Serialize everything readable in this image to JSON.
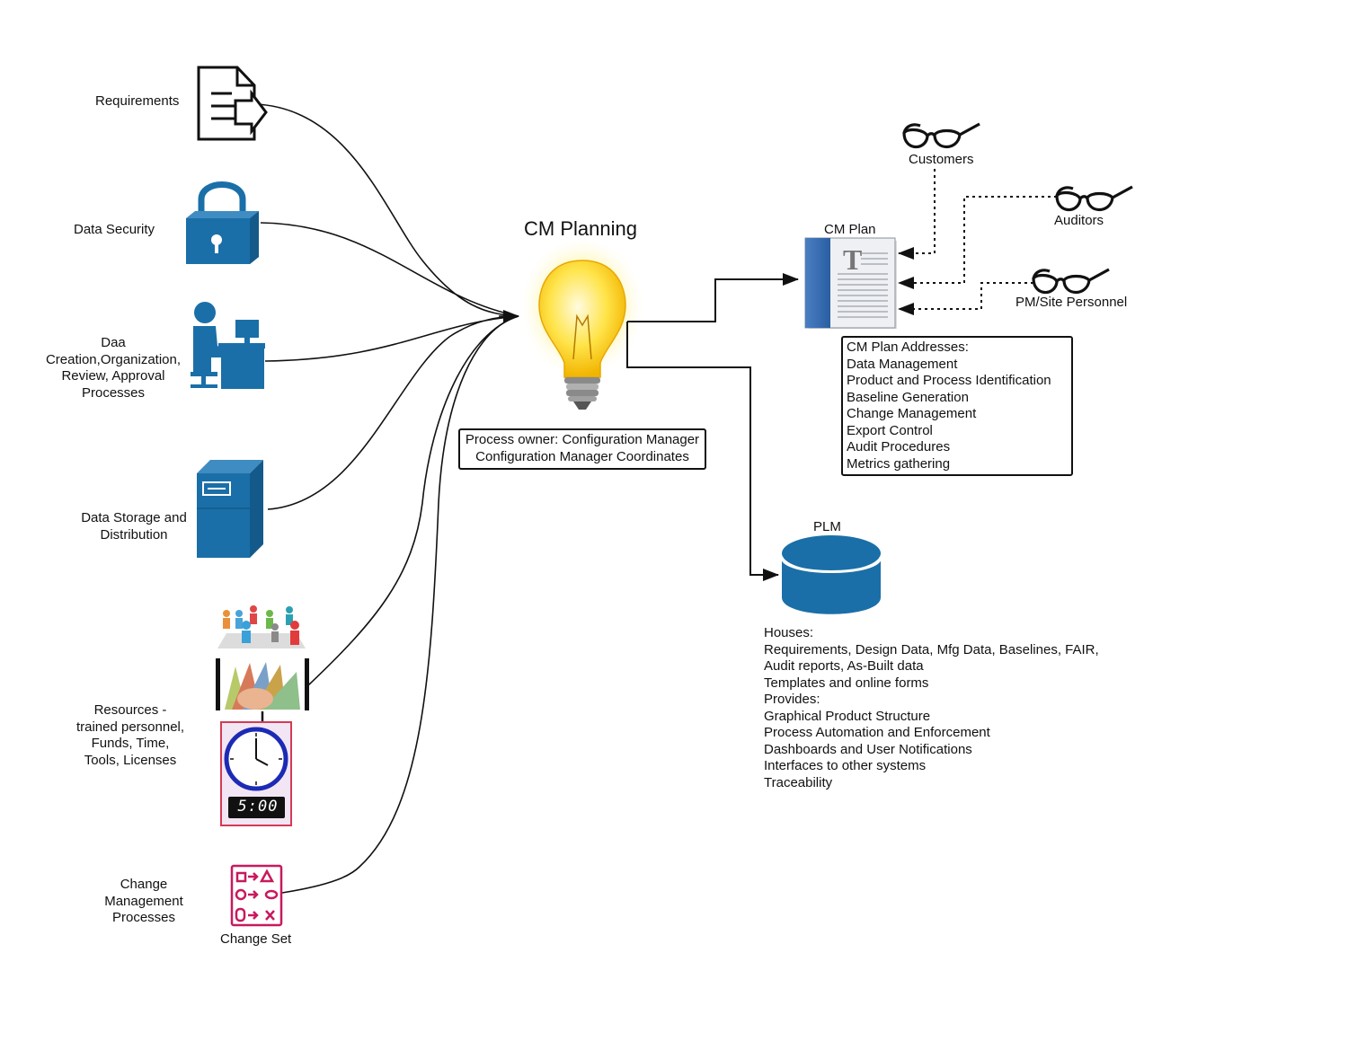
{
  "title": "CM Planning",
  "inputs": {
    "requirements": "Requirements",
    "data_security": "Data Security",
    "data_creation": [
      "Daa",
      "Creation,Organization,",
      "Review, Approval",
      "Processes"
    ],
    "data_storage": [
      "Data Storage and",
      "Distribution"
    ],
    "resources": [
      "Resources -",
      "trained personnel,",
      "Funds, Time,",
      "Tools, Licenses"
    ],
    "change_mgmt": [
      "Change",
      "Management",
      "Processes"
    ],
    "change_set": "Change Set"
  },
  "clock_display": "5:00",
  "process_owner": [
    "Process owner: Configuration Manager",
    "Configuration Manager Coordinates"
  ],
  "cm_plan": {
    "label": "CM Plan",
    "addresses": [
      "CM Plan Addresses:",
      "Data Management",
      "Product and Process Identification",
      "Baseline Generation",
      "Change Management",
      "Export Control",
      "Audit Procedures",
      "Metrics gathering"
    ]
  },
  "reviewers": {
    "customers": "Customers",
    "auditors": "Auditors",
    "pm_site": "PM/Site Personnel"
  },
  "plm": {
    "label": "PLM",
    "details": [
      "Houses:",
      "Requirements, Design Data, Mfg Data,  Baselines, FAIR,",
      "Audit reports, As-Built data",
      "Templates and online forms",
      "Provides:",
      "Graphical Product Structure",
      "Process Automation and Enforcement",
      "Dashboards and User Notifications",
      "Interfaces to other systems",
      "Traceability"
    ]
  },
  "colors": {
    "icon_blue": "#1a6fa8",
    "icon_blue_dark": "#135a8a",
    "bulb_yellow": "#ffd81a",
    "change_set_magenta": "#c8195e"
  }
}
